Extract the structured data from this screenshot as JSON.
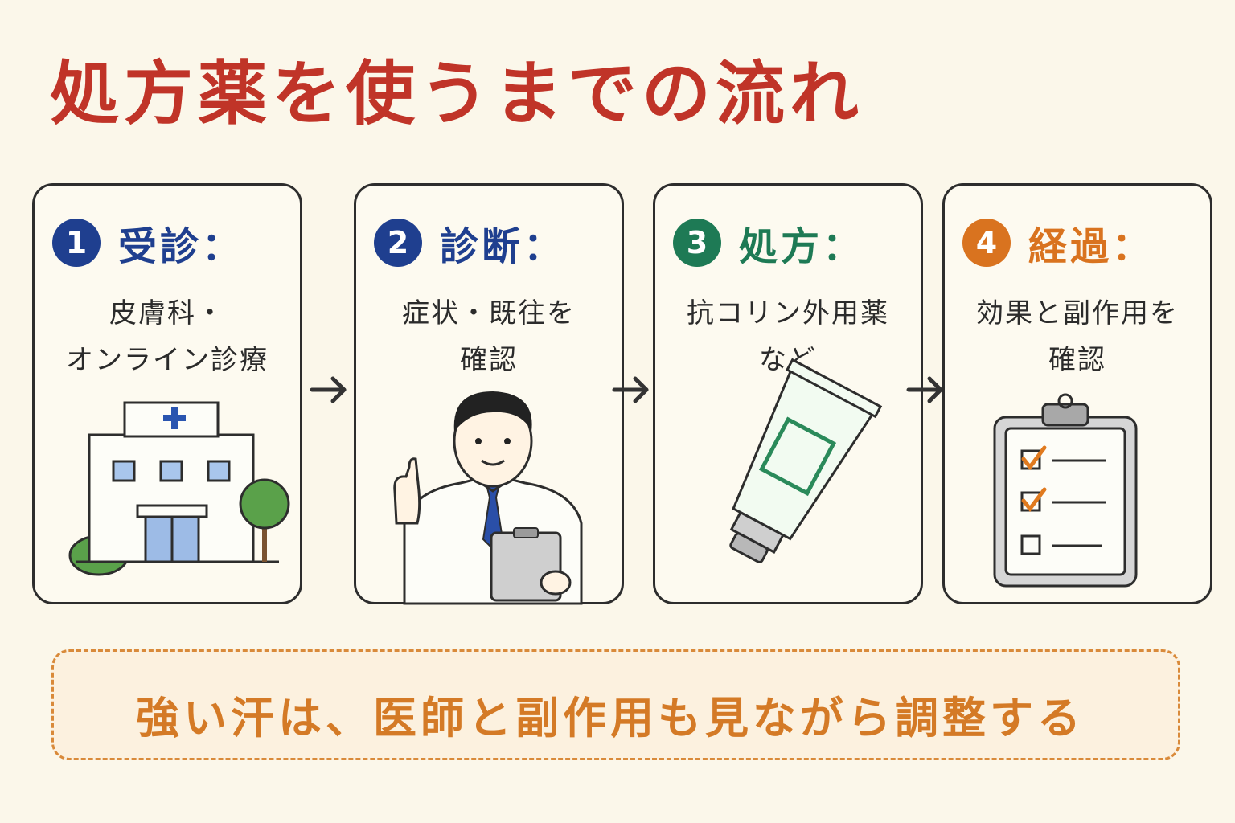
{
  "title": "処方薬を使うまでの流れ",
  "steps": [
    {
      "number": "1",
      "title": "受診：",
      "color": "#1f3f8f",
      "lines": [
        "皮膚科・",
        "オンライン診療"
      ],
      "icon": "hospital-icon"
    },
    {
      "number": "2",
      "title": "診断：",
      "color": "#1f3f8f",
      "lines": [
        "症状・既往を",
        "確認"
      ],
      "icon": "doctor-icon"
    },
    {
      "number": "3",
      "title": "処方：",
      "color": "#1e7a55",
      "lines": [
        "抗コリン外用薬",
        "など"
      ],
      "icon": "ointment-tube-icon"
    },
    {
      "number": "4",
      "title": "経過：",
      "color": "#d9731f",
      "lines": [
        "効果と副作用を",
        "確認"
      ],
      "icon": "clipboard-checklist-icon"
    }
  ],
  "note": "強い汗は、医師と副作用も見ながら調整する",
  "colors": {
    "title": "#c03428",
    "note": "#d47a26",
    "border": "#2d2d2d"
  }
}
